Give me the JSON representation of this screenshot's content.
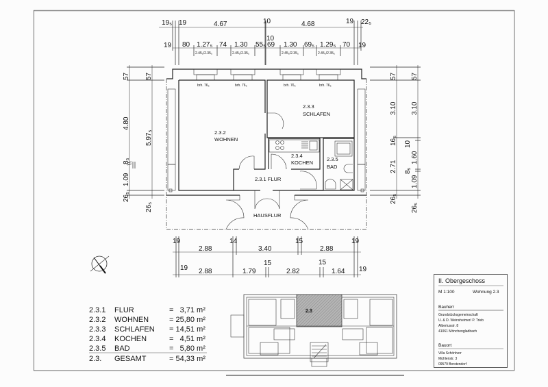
{
  "drawing": {
    "rooms": {
      "wohnen": {
        "num": "2.3.2",
        "name": "WOHNEN"
      },
      "schlafen": {
        "num": "2.3.3",
        "name": "SCHLAFEN"
      },
      "kochen": {
        "num": "2.3.4",
        "name": "KOCHEN"
      },
      "bad": {
        "num": "2.3.5",
        "name": "BAD"
      },
      "flur": {
        "label": "2.3.1 FLUR"
      },
      "hausflur": {
        "label": "HAUSFLUR"
      }
    },
    "window_sill": "brh. 76₅",
    "dims_top_row1": [
      "19₅",
      "19",
      "4.67",
      "10",
      "4.68",
      "19",
      "22₅"
    ],
    "dims_top_row2": [
      "19",
      "80",
      "1.27₅",
      "74",
      "1.30",
      "55₅",
      "10",
      "69",
      "1.30",
      "69₅",
      "1.29₅",
      "70",
      "19"
    ],
    "window_sizes": "2.45₅/2.35₅",
    "dims_left_outer": [
      "57",
      "4.80",
      "8₅",
      "1.09",
      "26₅"
    ],
    "dims_left_inner": [
      "57",
      "5.97₅",
      "26₅"
    ],
    "dims_right_outer": [
      "57",
      "3.10",
      "16₅",
      "2.71",
      "26₅"
    ],
    "dims_right_inner": [
      "57",
      "3.10",
      "10",
      "1.60",
      "8₅",
      "1.09",
      "26₅"
    ],
    "dims_bottom_row1": [
      "19",
      "2.88",
      "14",
      "3.40",
      "15",
      "2.88",
      "19"
    ],
    "dims_bottom_row2": [
      "19",
      "2.88",
      "1.79",
      "15",
      "2.82",
      "15",
      "1.64",
      "19"
    ]
  },
  "area_table": [
    {
      "num": "2.3.1",
      "name": "FLUR",
      "value": "=   3,71 m²"
    },
    {
      "num": "2.3.2",
      "name": "WOHNEN",
      "value": "= 25,80 m²"
    },
    {
      "num": "2.3.3",
      "name": "SCHLAFEN",
      "value": "= 14,51 m²"
    },
    {
      "num": "2.3.4",
      "name": "KOCHEN",
      "value": "=   4,51 m²"
    },
    {
      "num": "2.3.5",
      "name": "BAD",
      "value": "=   5,80 m²"
    },
    {
      "num": "2.3.",
      "name": "GESAMT",
      "value": "= 54,33 m²"
    }
  ],
  "key_plan": {
    "label": "2.3"
  },
  "title_block": {
    "floor": "II. Obergeschoss",
    "scale": "M 1:100",
    "unit": "Wohnung 2.3",
    "client_heading": "Bauherr",
    "client_lines": [
      "Grundstücksgemeinschaft",
      "U. & D. Weinsheimer/ P. Trieb",
      "Albertusstr. 8",
      "41061 Mönchengladbach"
    ],
    "site_heading": "Bauort",
    "site_lines": [
      "Villa Schönherr",
      "Mühlenstr. 3",
      "09579 Borstendorf"
    ]
  },
  "colors": {
    "line": "#222222",
    "frame": "#555555",
    "hatch": "#9a9a9a"
  }
}
